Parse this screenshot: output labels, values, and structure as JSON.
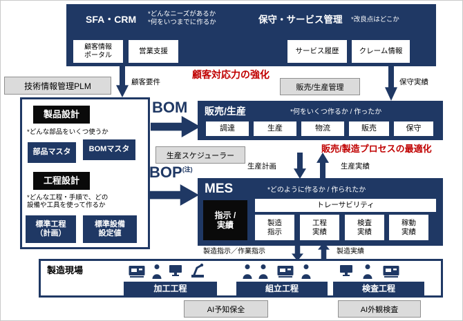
{
  "colors": {
    "navy": "#1f3864",
    "black_box": "#0a0a0a",
    "gray_box": "#dbdbdb",
    "red": "#c00000"
  },
  "crm_panel": {
    "sfa_title": "SFA・CRM",
    "sfa_note": "*どんなニーズがあるか\n*何をいつまでに作るか",
    "service_title": "保守・サービス管理",
    "service_note": "*改良点はどこか",
    "boxes": [
      "顧客情報\nポータル",
      "営業支援",
      "サービス履歴",
      "クレーム情報"
    ]
  },
  "labels": {
    "plm": "技術情報管理PLM",
    "customer_requirement": "顧客要件",
    "strengthen_customer": "顧客対応力の強化",
    "sales_production_mgmt": "販売/生産管理",
    "maintenance_result": "保守実績",
    "bom": "BOM",
    "scheduler": "生産スケジューラー",
    "bop": "BOP",
    "bop_note": "(注)",
    "optimize_process": "販売/製造プロセスの最適化",
    "production_plan": "生産計画",
    "production_result": "生産実績",
    "mfg_instruction": "製造指示／作業指示",
    "mfg_result": "製造実績"
  },
  "design_panel": {
    "product_design": "製品設計",
    "product_note": "*どんな部品をいくつ使うか",
    "parts_master": "部品マスタ",
    "bom_master": "BOMマスタ",
    "process_design": "工程設計",
    "process_note": "*どんな工程・手順で、どの\n設備や工具を使って作るか",
    "std_process": "標準工程\n（計画）",
    "std_equipment": "標準設備\n設定値"
  },
  "sales_panel": {
    "title": "販売/生産",
    "note": "*何をいくつ作るか / 作ったか",
    "boxes": [
      "調達",
      "生産",
      "物流",
      "販売",
      "保守"
    ]
  },
  "mes_panel": {
    "title": "MES",
    "note": "*どのように作るか / 作られたか",
    "instruction_result": "指示 /\n実績",
    "traceability": "トレーサビリティ",
    "boxes": [
      "製造\n指示",
      "工程\n実績",
      "検査\n実績",
      "稼動\n実績"
    ]
  },
  "factory_panel": {
    "title": "製造現場",
    "processes": [
      "加工工程",
      "組立工程",
      "検査工程"
    ],
    "icons": [
      "machine",
      "worker",
      "monitor",
      "robot-arm",
      "worker",
      "worker",
      "machine",
      "worker",
      "monitor",
      "worker",
      "machine"
    ]
  },
  "ai_boxes": [
    "AI予知保全",
    "AI外観検査"
  ]
}
